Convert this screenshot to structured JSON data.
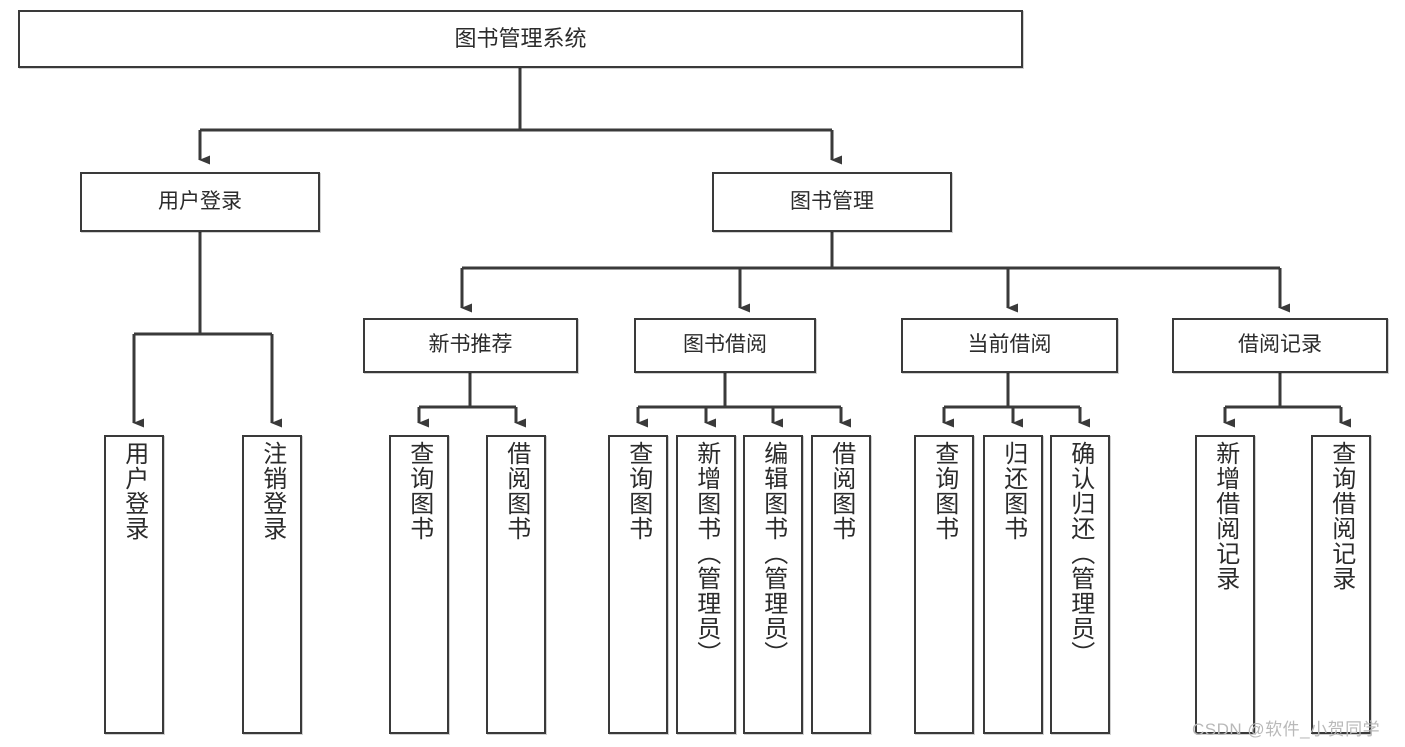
{
  "diagram": {
    "title": "图书管理系统",
    "type": "tree-hierarchy",
    "colors": {
      "box_border": "#3a3a3a",
      "box_fill": "#ffffff",
      "text": "#2b2b2b",
      "link": "#3a3a3a",
      "watermark": "#b9b9b9"
    },
    "nodes": {
      "root": {
        "label": "图书管理系统"
      },
      "level2": [
        {
          "label": "用户登录"
        },
        {
          "label": "图书管理"
        }
      ],
      "level3": [
        {
          "label": "新书推荐"
        },
        {
          "label": "图书借阅"
        },
        {
          "label": "当前借阅"
        },
        {
          "label": "借阅记录"
        }
      ],
      "leaves_user_login": [
        {
          "label": "用户登录"
        },
        {
          "label": "注销登录"
        }
      ],
      "leaves_new_book": [
        {
          "label": "查询图书"
        },
        {
          "label": "借阅图书"
        }
      ],
      "leaves_borrow": [
        {
          "label": "查询图书"
        },
        {
          "label": "新增图书（管理员）"
        },
        {
          "label": "编辑图书（管理员）"
        },
        {
          "label": "借阅图书"
        }
      ],
      "leaves_current": [
        {
          "label": "查询图书"
        },
        {
          "label": "归还图书"
        },
        {
          "label": "确认归还（管理员）"
        }
      ],
      "leaves_record": [
        {
          "label": "新增借阅记录"
        },
        {
          "label": "查询借阅记录"
        }
      ]
    },
    "watermark": "CSDN @软件_小贺同学"
  }
}
